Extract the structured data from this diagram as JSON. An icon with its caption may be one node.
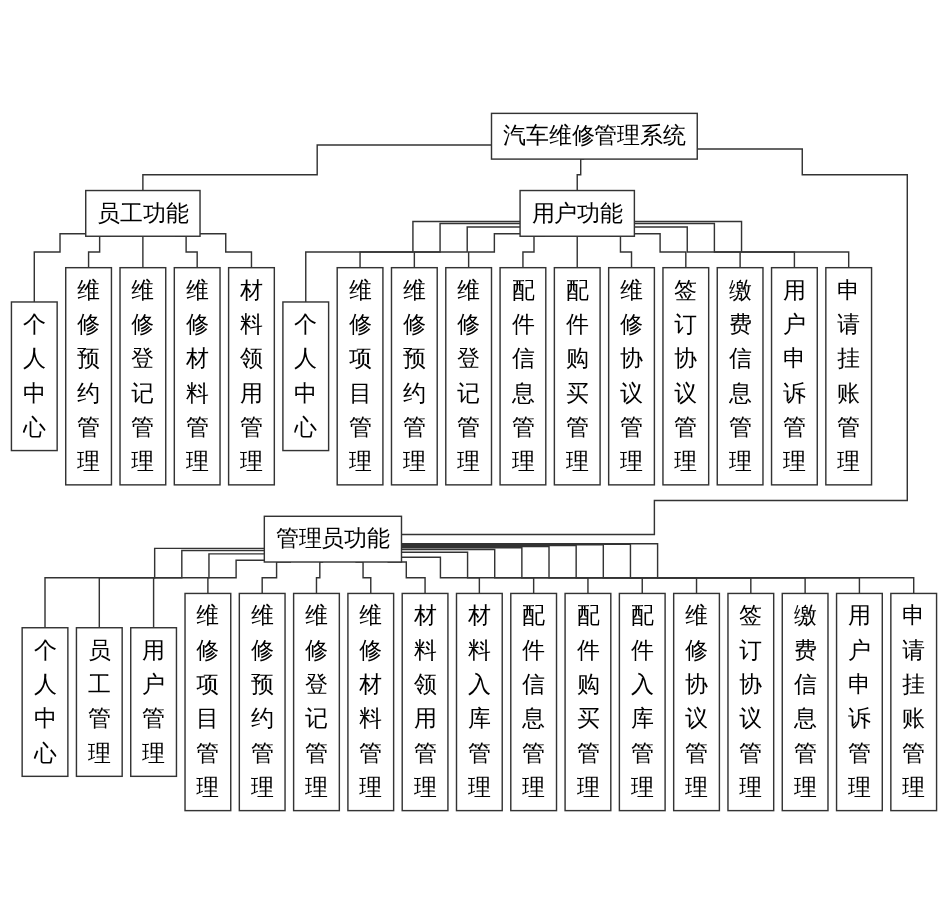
{
  "diagram": {
    "nodes": [
      {
        "text": [
          "汽车维修管理系统"
        ]
      },
      {
        "text": [
          "员工功能"
        ]
      },
      {
        "text": [
          "用户功能"
        ]
      },
      {
        "text": [
          "个人中心"
        ]
      },
      {
        "text": [
          "维修预约管理"
        ]
      },
      {
        "text": [
          "维修登记管理"
        ]
      },
      {
        "text": [
          "维修材料管理"
        ]
      },
      {
        "text": [
          "材料领用管理"
        ]
      },
      {
        "text": [
          "个人中心"
        ]
      },
      {
        "text": [
          "维修项目管理"
        ]
      },
      {
        "text": [
          "维修预约管理"
        ]
      },
      {
        "text": [
          "维修登记管理"
        ]
      },
      {
        "text": [
          "配件信息管理"
        ]
      },
      {
        "text": [
          "配件购买管理"
        ]
      },
      {
        "text": [
          "维修协议管理"
        ]
      },
      {
        "text": [
          "签订协议管理"
        ]
      },
      {
        "text": [
          "缴费信息管理"
        ]
      },
      {
        "text": [
          "用户申诉管理"
        ]
      },
      {
        "text": [
          "申请挂账管理"
        ]
      },
      {
        "text": [
          "管理员功能"
        ]
      },
      {
        "text": [
          "个人中心"
        ]
      },
      {
        "text": [
          "员工管理"
        ]
      },
      {
        "text": [
          "用户管理"
        ]
      },
      {
        "text": [
          "维修项目管理"
        ]
      },
      {
        "text": [
          "维修预约管理"
        ]
      },
      {
        "text": [
          "维修登记管理"
        ]
      },
      {
        "text": [
          "维修材料管理"
        ]
      },
      {
        "text": [
          "材料领用管理"
        ]
      },
      {
        "text": [
          "材料入库管理"
        ]
      },
      {
        "text": [
          "配件信息管理"
        ]
      },
      {
        "text": [
          "配件购买管理"
        ]
      },
      {
        "text": [
          "配件入库管理"
        ]
      },
      {
        "text": [
          "维修协议管理"
        ]
      },
      {
        "text": [
          "签订协议管理"
        ]
      },
      {
        "text": [
          "缴费信息管理"
        ]
      },
      {
        "text": [
          "用户申诉管理"
        ]
      },
      {
        "text": [
          "申请挂账管理"
        ]
      }
    ],
    "edges": [
      {
        "from": 0,
        "to": 1,
        "arrow": "none"
      },
      {
        "from": 0,
        "to": 2,
        "arrow": "none"
      },
      {
        "from": 0,
        "to": 19,
        "arrow": "none"
      },
      {
        "from": 1,
        "to": 3,
        "arrow": "none"
      },
      {
        "from": 1,
        "to": 4,
        "arrow": "none"
      },
      {
        "from": 1,
        "to": 5,
        "arrow": "none"
      },
      {
        "from": 1,
        "to": 6,
        "arrow": "none"
      },
      {
        "from": 1,
        "to": 7,
        "arrow": "none"
      },
      {
        "from": 2,
        "to": 8,
        "arrow": "none"
      },
      {
        "from": 2,
        "to": 9,
        "arrow": "none"
      },
      {
        "from": 2,
        "to": 10,
        "arrow": "none"
      },
      {
        "from": 2,
        "to": 11,
        "arrow": "none"
      },
      {
        "from": 2,
        "to": 12,
        "arrow": "none"
      },
      {
        "from": 2,
        "to": 13,
        "arrow": "none"
      },
      {
        "from": 2,
        "to": 14,
        "arrow": "none"
      },
      {
        "from": 2,
        "to": 15,
        "arrow": "none"
      },
      {
        "from": 2,
        "to": 16,
        "arrow": "none"
      },
      {
        "from": 2,
        "to": 17,
        "arrow": "none"
      },
      {
        "from": 2,
        "to": 18,
        "arrow": "none"
      },
      {
        "from": 19,
        "to": 20,
        "arrow": "none"
      },
      {
        "from": 19,
        "to": 21,
        "arrow": "none"
      },
      {
        "from": 19,
        "to": 22,
        "arrow": "none"
      },
      {
        "from": 19,
        "to": 23,
        "arrow": "none"
      },
      {
        "from": 19,
        "to": 24,
        "arrow": "none"
      },
      {
        "from": 19,
        "to": 25,
        "arrow": "none"
      },
      {
        "from": 19,
        "to": 26,
        "arrow": "none"
      },
      {
        "from": 19,
        "to": 27,
        "arrow": "none"
      },
      {
        "from": 19,
        "to": 28,
        "arrow": "none"
      },
      {
        "from": 19,
        "to": 29,
        "arrow": "none"
      },
      {
        "from": 19,
        "to": 30,
        "arrow": "none"
      },
      {
        "from": 19,
        "to": 31,
        "arrow": "none"
      },
      {
        "from": 19,
        "to": 32,
        "arrow": "none"
      },
      {
        "from": 19,
        "to": 33,
        "arrow": "none"
      },
      {
        "from": 19,
        "to": 34,
        "arrow": "none"
      },
      {
        "from": 19,
        "to": 35,
        "arrow": "none"
      },
      {
        "from": 19,
        "to": 36,
        "arrow": "none"
      }
    ]
  }
}
